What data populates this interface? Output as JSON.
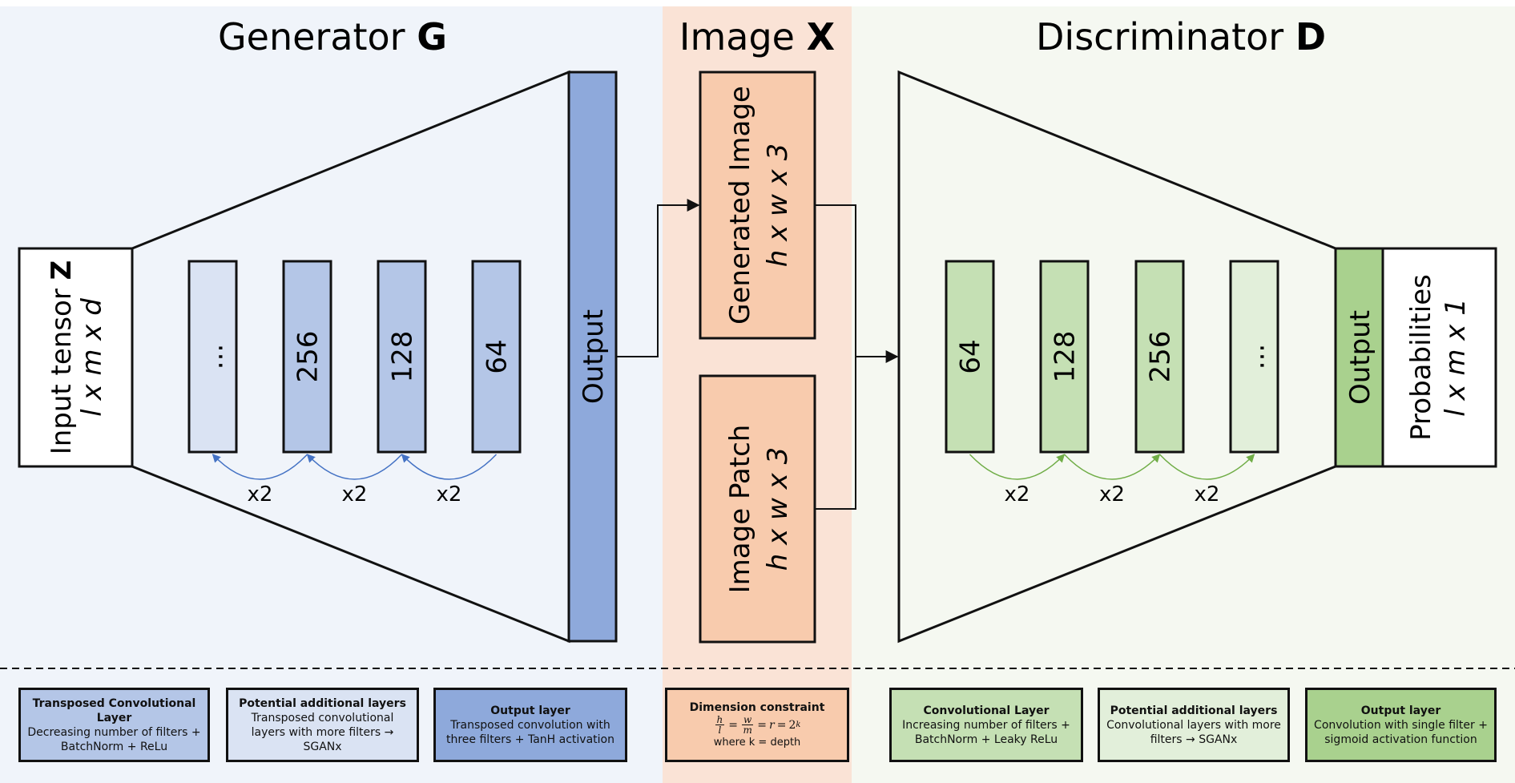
{
  "colors": {
    "gen_bg": "#f0f4fa",
    "img_bg": "#fae3d6",
    "disc_bg": "#f5f8f1",
    "gen_output": "#8ea9db",
    "gen_layer": "#b4c6e7",
    "gen_extra": "#dae3f3",
    "img_box": "#f8cbad",
    "disc_layer": "#c5e0b4",
    "disc_extra": "#e2efda",
    "disc_output": "#a9d18e",
    "gen_arrow": "#4472c4",
    "disc_arrow": "#70ad47"
  },
  "headers": {
    "generator": "Generator",
    "generator_letter": "G",
    "image": "Image",
    "image_letter": "X",
    "discriminator": "Discriminator",
    "discriminator_letter": "D"
  },
  "generator": {
    "input_line1": "Input tensor",
    "input_letter": "Z",
    "input_dims": "l x m x d",
    "layers": [
      "...",
      "256",
      "128",
      "64"
    ],
    "multipliers": [
      "x2",
      "x2",
      "x2"
    ],
    "output": "Output"
  },
  "image": {
    "generated_title": "Generated Image",
    "generated_dims": "h x w x 3",
    "patch_title": "Image Patch",
    "patch_dims": "h x w x 3"
  },
  "discriminator": {
    "layers": [
      "64",
      "128",
      "256",
      "..."
    ],
    "multipliers": [
      "x2",
      "x2",
      "x2"
    ],
    "output": "Output",
    "prob_title": "Probabilities",
    "prob_dims": "l x m x 1"
  },
  "legend": {
    "tconv": {
      "title": "Transposed Convolutional Layer",
      "desc": "Decreasing number of filters + BatchNorm + ReLu"
    },
    "gen_extra": {
      "title": "Potential additional layers",
      "desc": "Transposed convolutional layers with more filters → SGANx"
    },
    "gen_out": {
      "title": "Output layer",
      "desc": "Transposed convolution with three filters + TanH activation"
    },
    "constraint": {
      "title": "Dimension constraint",
      "eq_h": "h",
      "eq_l": "l",
      "eq_w": "w",
      "eq_m": "m",
      "eq_r": "r",
      "eq_2": "2",
      "eq_k": "k",
      "note": "where k = depth"
    },
    "conv": {
      "title": "Convolutional Layer",
      "desc": "Increasing number of filters + BatchNorm + Leaky ReLu"
    },
    "disc_extra": {
      "title": "Potential additional layers",
      "desc": "Convolutional layers with more filters → SGANx"
    },
    "disc_out": {
      "title": "Output layer",
      "desc": "Convolution with single filter + sigmoid activation function"
    }
  }
}
